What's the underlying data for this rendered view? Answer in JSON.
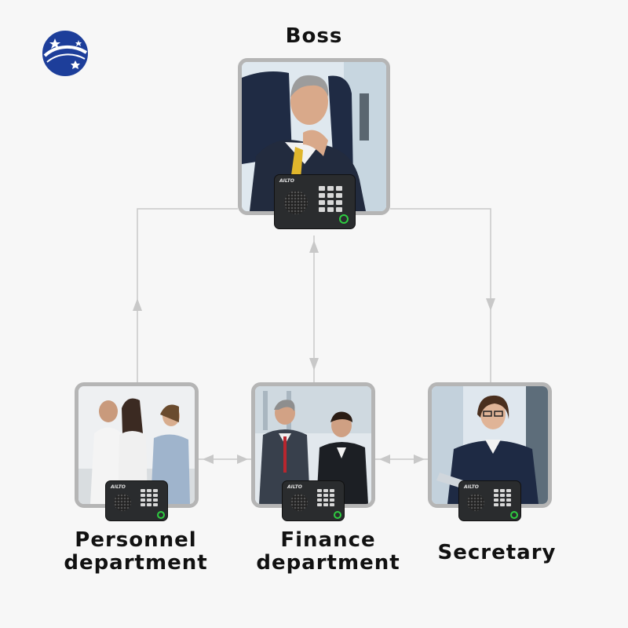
{
  "logo": {
    "icon": "globe-star-logo",
    "colors": [
      "#1d3e9a",
      "#ffffff"
    ]
  },
  "diagram": {
    "boss": {
      "title": "Boss"
    },
    "departments": [
      {
        "title_line1": "Personnel",
        "title_line2": "department"
      },
      {
        "title_line1": "Finance",
        "title_line2": "department"
      },
      {
        "title_line1": "Secretary"
      }
    ],
    "connector_color": "#c8c8c8",
    "device_brand": "AILTO"
  }
}
